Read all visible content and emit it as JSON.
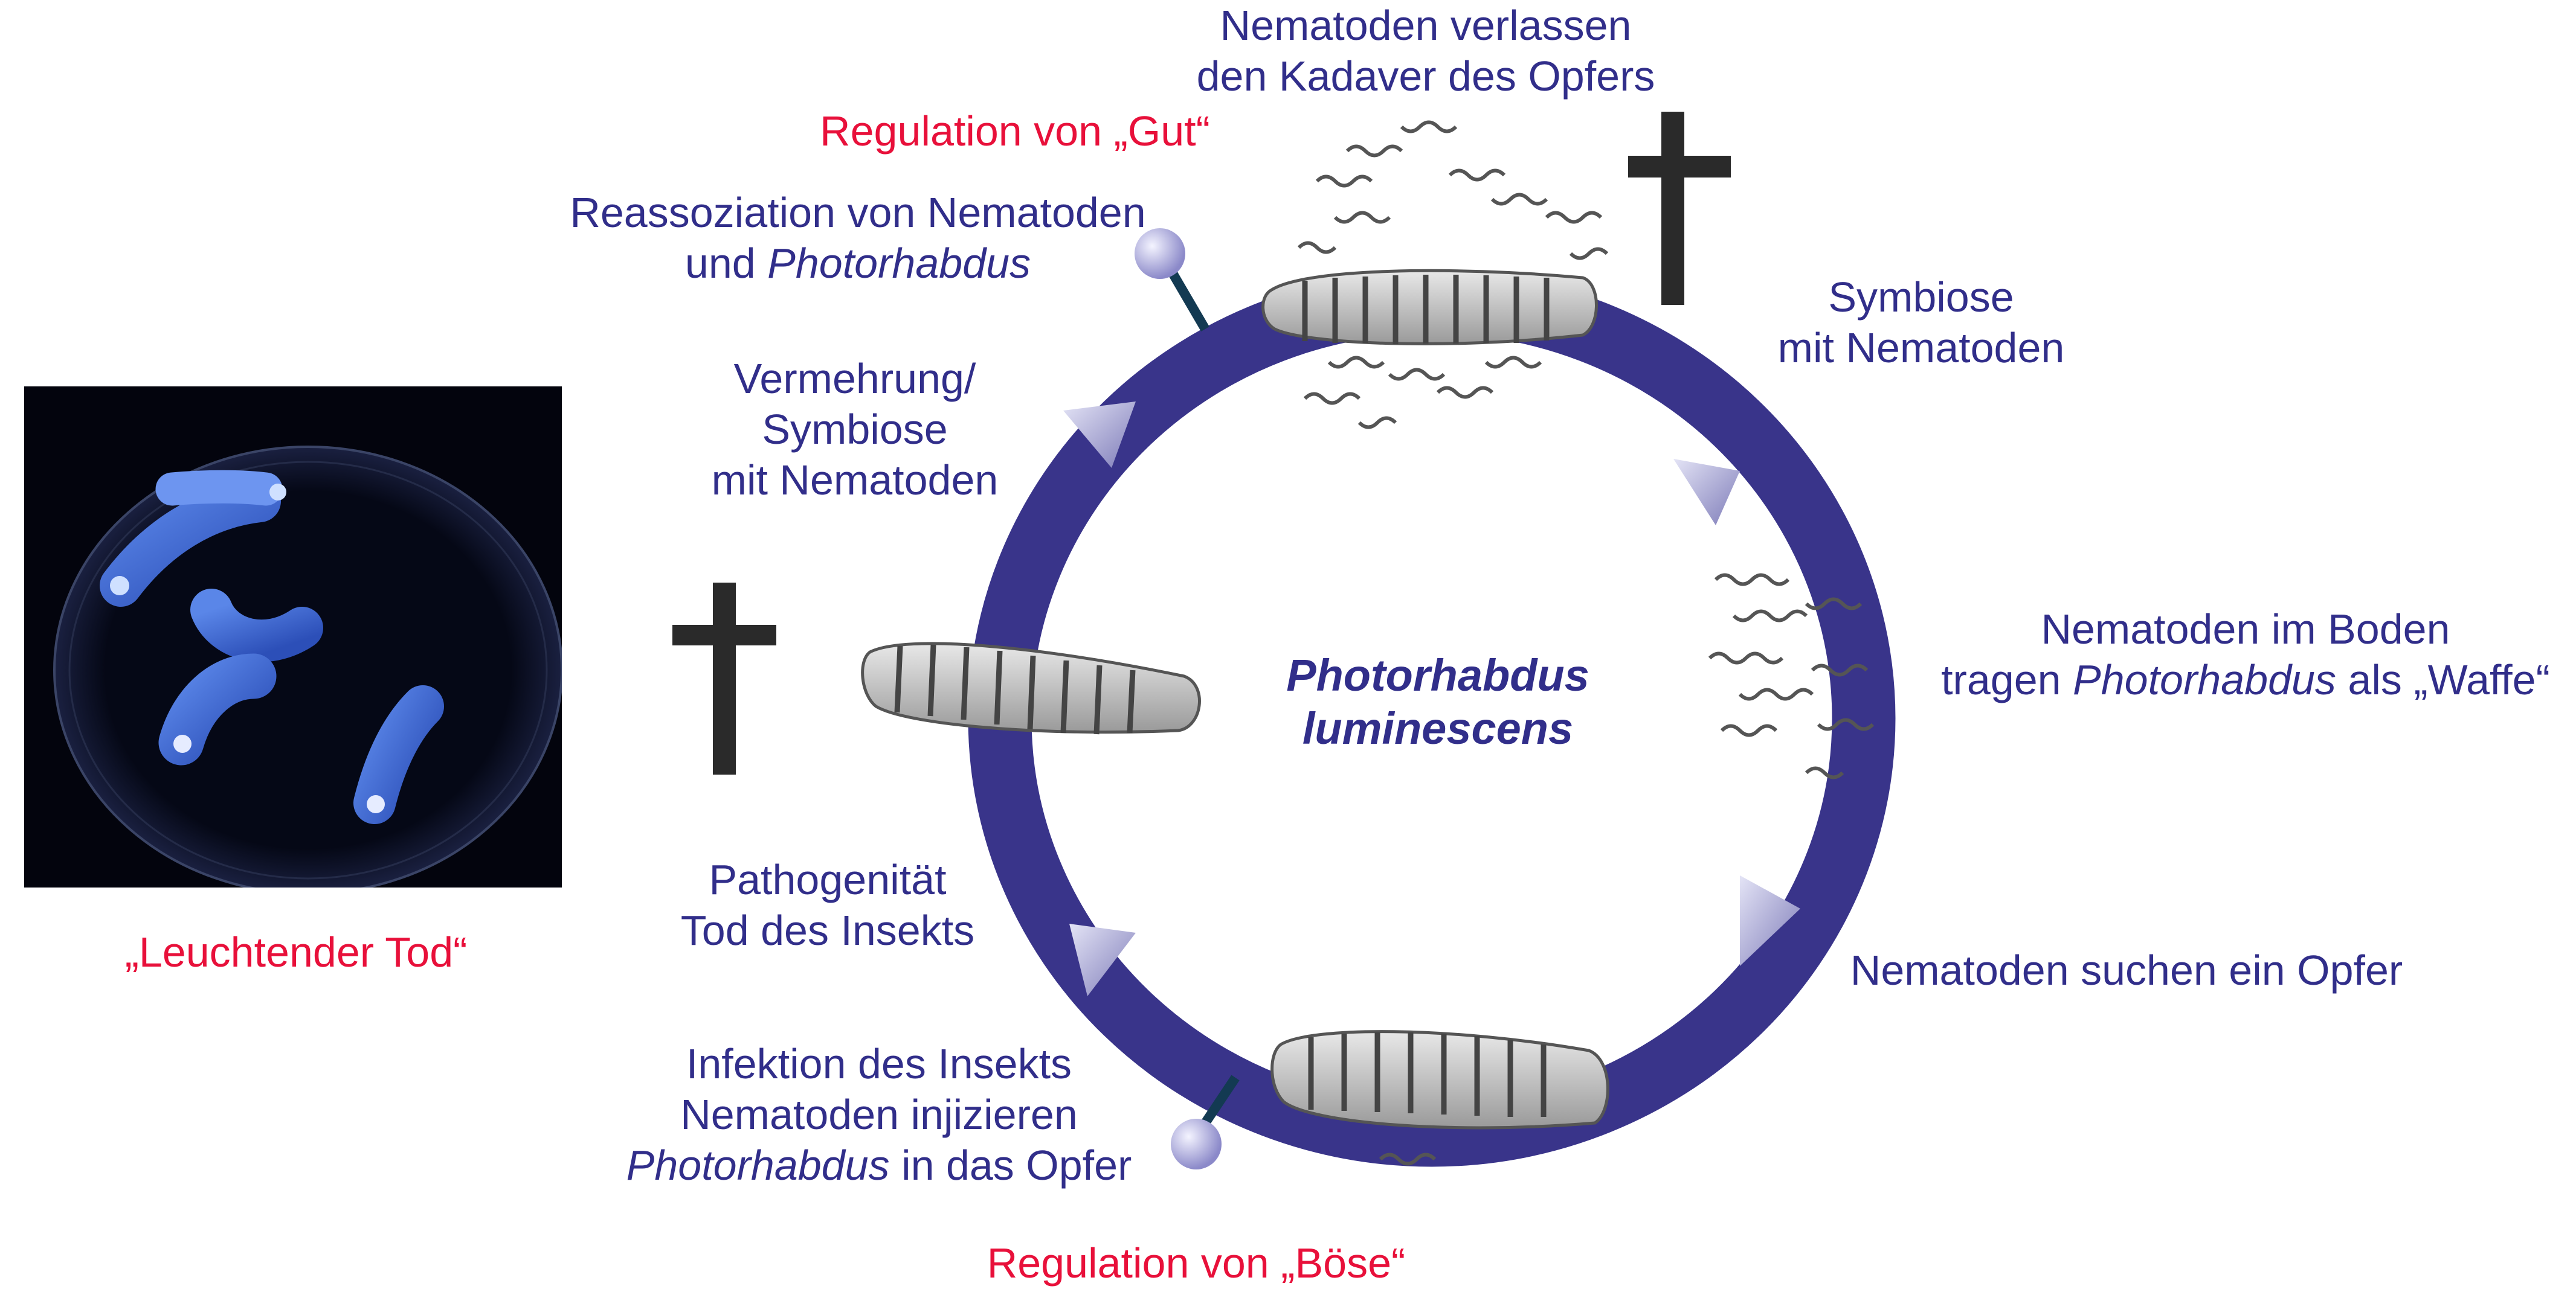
{
  "photo_caption": "„Leuchtender Tod“",
  "center": {
    "line1": "Photorhabdus",
    "line2": "luminescens"
  },
  "labels": {
    "leave_cadaver": {
      "line1": "Nematoden verlassen",
      "line2": "den Kadaver des Opfers"
    },
    "reg_gut": "Regulation von „Gut“",
    "reassoc": {
      "line1": "Reassoziation von Nematoden",
      "line2_a": "und ",
      "line2_b": "Photorhabdus"
    },
    "symbiose_right": {
      "line1": "Symbiose",
      "line2": "mit Nematoden"
    },
    "vermehrung": {
      "line1": "Vermehrung/",
      "line2": "Symbiose",
      "line3": "mit Nematoden"
    },
    "soil": {
      "line1": "Nematoden im Boden",
      "line2_a": "tragen ",
      "line2_b": "Photorhabdus",
      "line2_c": " als „Waffe“"
    },
    "patho": {
      "line1": "Pathogenität",
      "line2": "Tod des Insekts"
    },
    "search": "Nematoden suchen ein Opfer",
    "infection": {
      "line1": "Infektion des Insekts",
      "line2": "Nematoden injizieren",
      "line3_a": "Photorhabdus",
      "line3_b": " in das Opfer"
    },
    "reg_boese": "Regulation von „Böse“"
  },
  "icons": [
    "cross-icon",
    "larva-icon",
    "nematode-icon",
    "cycle-arrow-icon",
    "regulator-pin-icon"
  ],
  "colors": {
    "cycle": "#39348a",
    "text": "#312e8a",
    "regulation": "#e8103a",
    "cross": "#2a2a2a",
    "photo_bg": "#03040d"
  }
}
